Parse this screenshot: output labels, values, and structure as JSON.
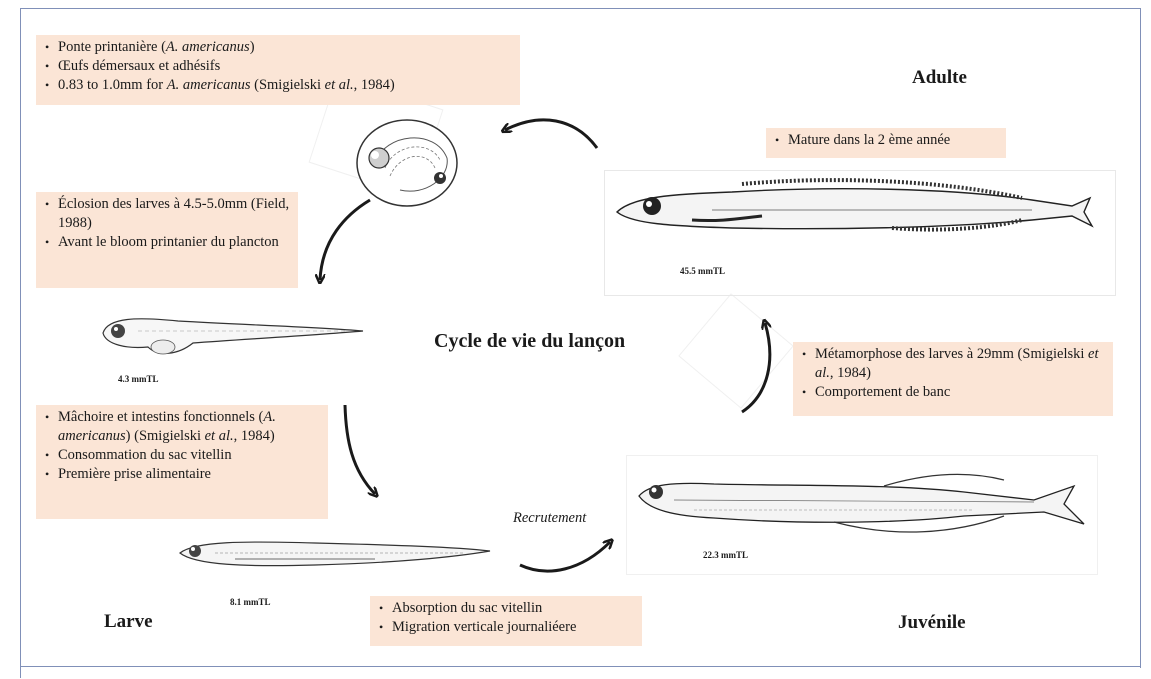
{
  "title": "Cycle de vie du lançon",
  "stages": {
    "adult": "Adulte",
    "larva": "Larve",
    "juvenile": "Juvénile"
  },
  "recruitment": "Recrutement",
  "sizes": {
    "adult": "45.5 mmTL",
    "larva_small": "4.3 mmTL",
    "larva_large": "8.1 mmTL",
    "juvenile": "22.3 mmTL"
  },
  "boxes": {
    "egg": [
      "Ponte printanière (A. americanus)",
      "Œufs démersaux et adhésifs",
      "0.83 to 1.0mm for A. americanus (Smigielski et al., 1984)"
    ],
    "hatch": [
      "Éclosion des larves à 4.5-5.0mm (Field, 1988)",
      "Avant le bloom printanier du plancton"
    ],
    "larva_dev": [
      "Mâchoire et intestins fonctionnels (A. americanus) (Smigielski et al., 1984)",
      "Consommation du sac vitellin",
      "Première prise alimentaire"
    ],
    "absorption": [
      "Absorption du sac vitellin",
      "Migration verticale journaliéere"
    ],
    "metamorphosis": [
      "Métamorphose des larves à 29mm (Smigielski et al., 1984)",
      "Comportement de banc"
    ],
    "mature": [
      "Mature dans la 2 ème année"
    ]
  },
  "colors": {
    "box_fill": "#fbe5d6",
    "frame": "#8090b8",
    "arrow": "#1a1a1a"
  }
}
